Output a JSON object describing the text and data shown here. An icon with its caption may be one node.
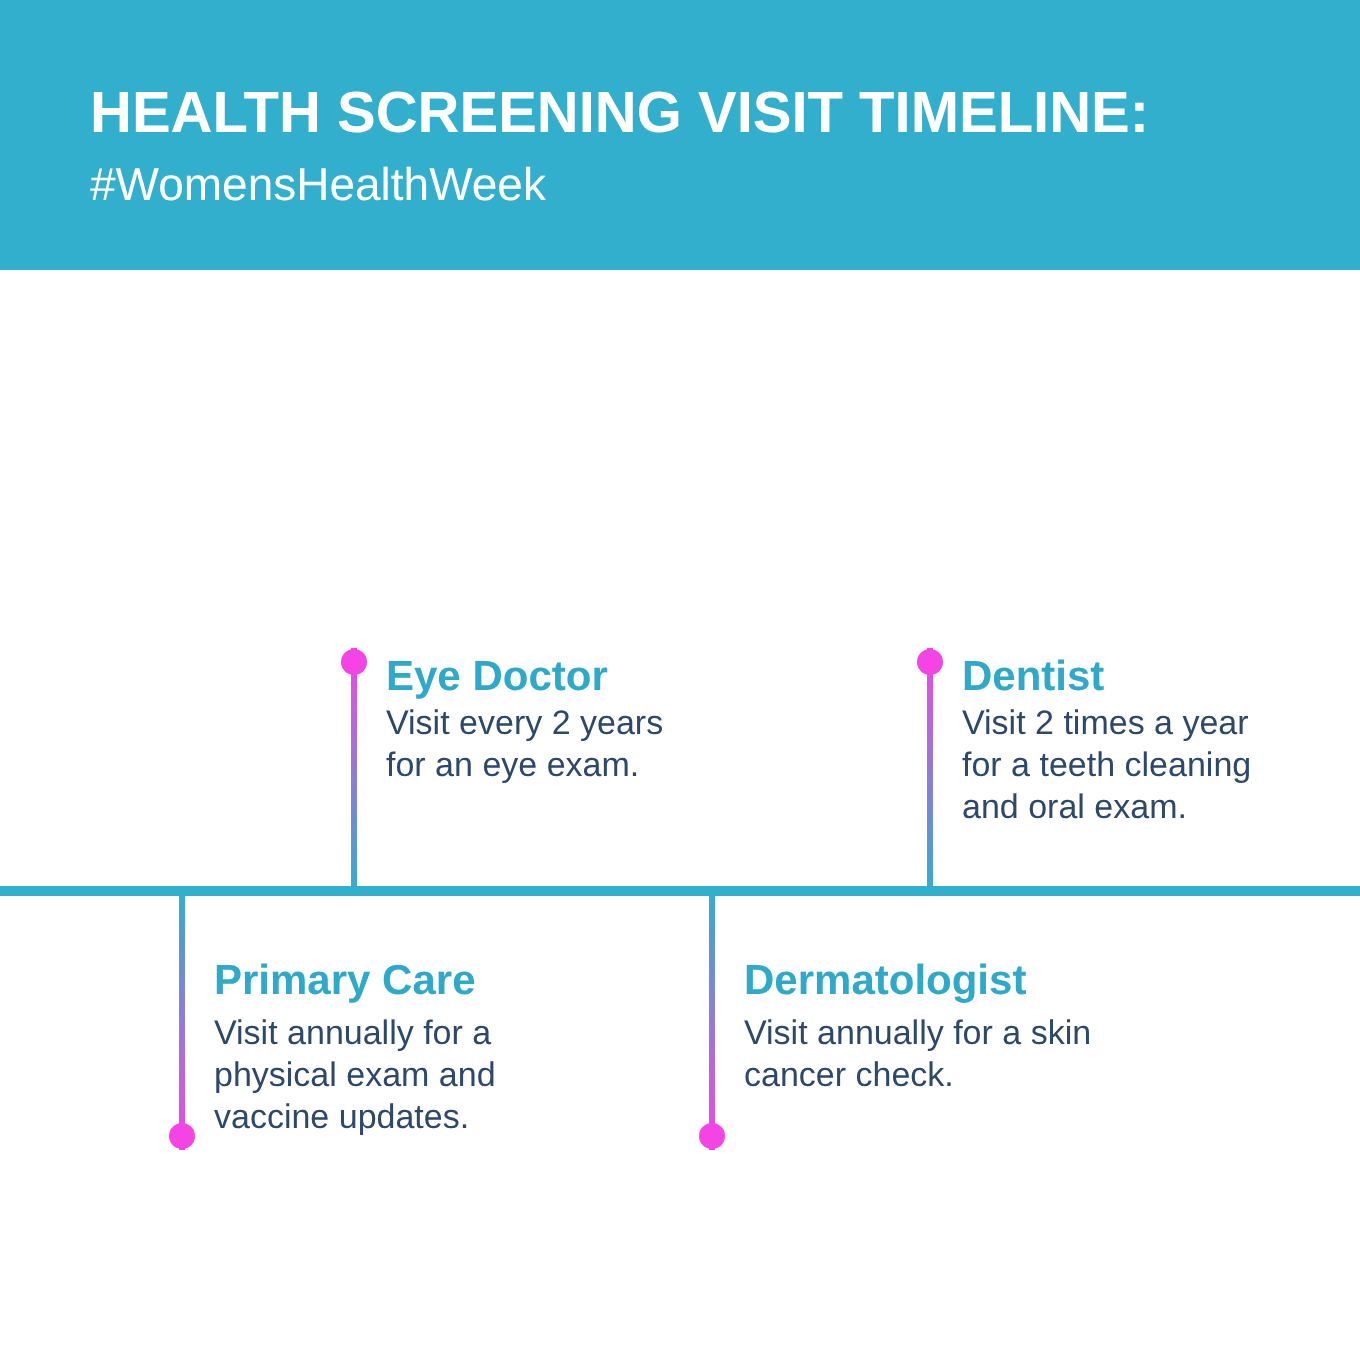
{
  "diagram": {
    "title": "HEALTH SCREENING VISIT TIMELINE:",
    "nodes": [
      {
        "text": [
          "Primary Care",
          "Visit annually for a physical exam and vaccine updates."
        ]
      },
      {
        "text": [
          "Eye Doctor",
          "Visit every 2 years for an eye exam."
        ]
      },
      {
        "text": [
          "Dermatologist",
          "Visit annually for a skin cancer check."
        ]
      },
      {
        "text": [
          "Dentist",
          "Visit 2 times a year for a teeth cleaning and oral exam."
        ]
      }
    ],
    "labels": [
      "#WomensHealthWeek"
    ]
  }
}
